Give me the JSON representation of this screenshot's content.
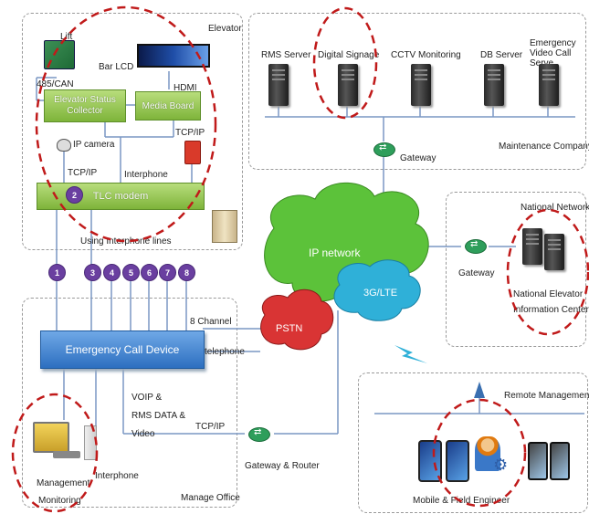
{
  "elevator": {
    "title": "Elevator",
    "lift_label": "Lift",
    "bar_lcd": "Bar LCD",
    "rs485": "485/CAN",
    "hdmi": "HDMI",
    "status_collector": "Elevator Status Collector",
    "media_board": "Media Board",
    "ip_camera": "IP camera",
    "tcp_ip_left": "TCP/IP",
    "tcp_ip_right": "TCP/IP",
    "interphone": "Interphone",
    "tlc_modem": "TLC modem",
    "tlc_number": "2",
    "interphone_lines": "Using Interphone lines"
  },
  "maintenance": {
    "servers": [
      "RMS Server",
      "Digital Signage",
      "CCTV Monitoring",
      "DB Server",
      "Emergency Video Call Serve"
    ],
    "gateway": "Gateway",
    "company": "Maintenance Company"
  },
  "national": {
    "title": "National Network",
    "gateway": "Gateway",
    "center": "National Elevator Information Center"
  },
  "clouds": {
    "ip_network": "IP network",
    "lte": "3G/LTE",
    "pstn": "PSTN"
  },
  "channels": [
    "1",
    "3",
    "4",
    "5",
    "6",
    "7",
    "8"
  ],
  "office": {
    "emergency_device": "Emergency Call Device",
    "eight_channel": "8 Channel",
    "telephone": "telephone",
    "voip": "VOIP &",
    "rms_data": "RMS DATA &",
    "video": "Video",
    "tcp_ip": "TCP/IP",
    "gateway_router": "Gateway & Router",
    "management": "Management",
    "monitoring": "Monitoring",
    "interphone": "Interphone",
    "manage_office": "Manage Office"
  },
  "remote": {
    "title": "Remote Management",
    "mobile": "Mobile & Field Engineer"
  },
  "colors": {
    "highlight": "#c01a1a",
    "link": "#7a97c4",
    "cloud_green": "#5cc23a",
    "cloud_blue": "#2fb0d8",
    "cloud_red": "#d93434",
    "badge": "#6a3fa0"
  }
}
